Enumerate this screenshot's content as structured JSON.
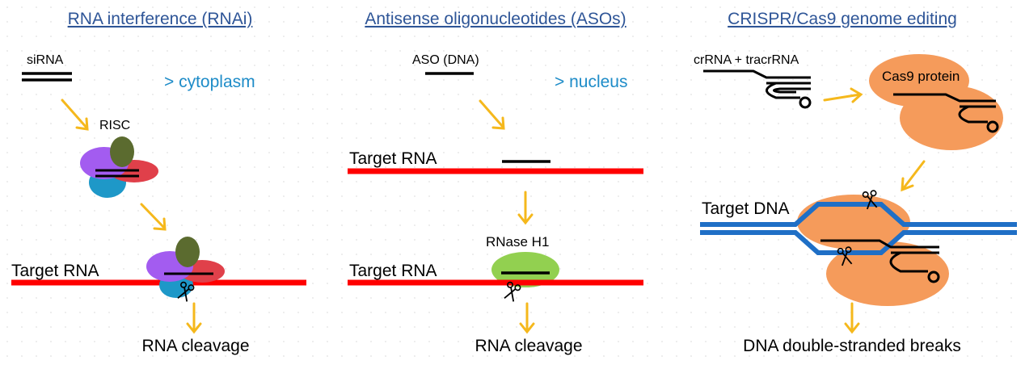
{
  "colors": {
    "title": "#2e5597",
    "arrow": "#f5b81c",
    "target_rna": "#ff0000",
    "target_dna": "#1f6fc6",
    "location": "#1e8cc8",
    "cas9": "#f59b5b",
    "rnase": "#92d050",
    "risc_purple": "#a35cf0",
    "risc_olive": "#5b6b2f",
    "risc_red": "#e0404a",
    "risc_blue": "#1e98c8"
  },
  "panels": {
    "rnai": {
      "title": "RNA interference (RNAi)",
      "input_label": "siRNA",
      "location": "> cytoplasm",
      "complex_label": "RISC",
      "target_label": "Target RNA",
      "outcome": "RNA cleavage"
    },
    "aso": {
      "title": "Antisense oligonucleotides (ASOs)",
      "input_label": "ASO (DNA)",
      "location": "> nucleus",
      "target_label_top": "Target RNA",
      "enzyme_label": "RNase H1",
      "target_label_bottom": "Target RNA",
      "outcome": "RNA cleavage"
    },
    "crispr": {
      "title": "CRISPR/Cas9 genome editing",
      "input_label": "crRNA + tracrRNA",
      "protein_label": "Cas9 protein",
      "target_label": "Target DNA",
      "outcome": "DNA double-stranded breaks"
    }
  }
}
